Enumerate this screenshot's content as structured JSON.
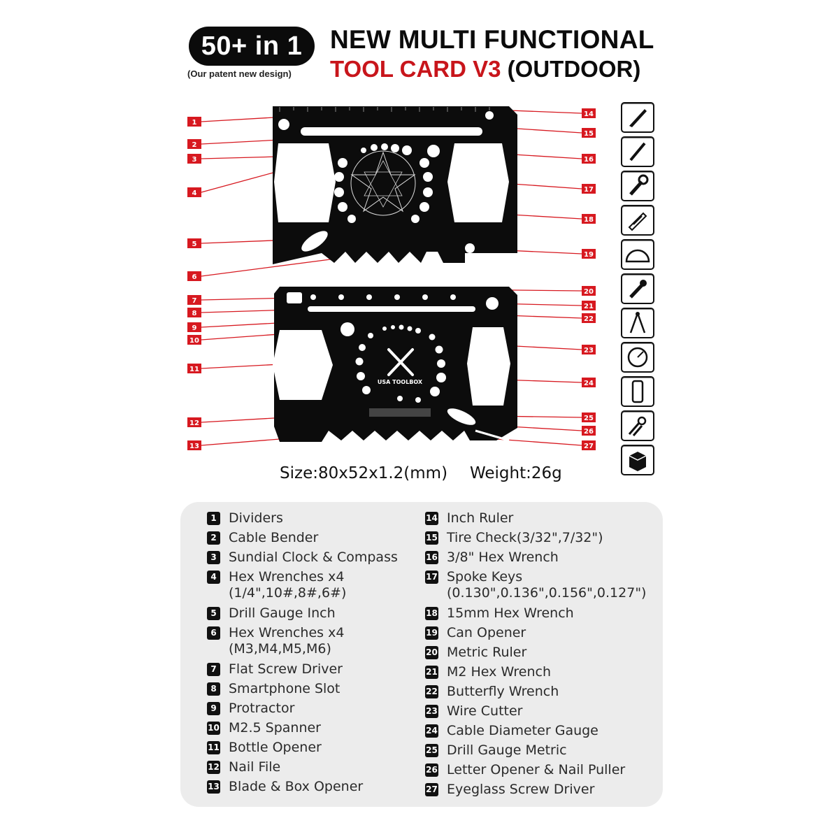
{
  "header": {
    "badge": "50+ in 1",
    "patent_note": "(Our patent new design)",
    "title_line1": "NEW MULTI FUNCTIONAL",
    "title_line2_red": "TOOL CARD V3",
    "title_line2_black": "(OUTDOOR)"
  },
  "card_top": {
    "labels_left": [
      "1",
      "2",
      "3",
      "4",
      "5",
      "6"
    ],
    "labels_right": [
      "14",
      "15",
      "16",
      "17",
      "18",
      "19"
    ]
  },
  "card_bottom": {
    "brand": "USA TOOLBOX",
    "labels_left": [
      "7",
      "8",
      "9",
      "10",
      "11",
      "12",
      "13"
    ],
    "labels_right": [
      "20",
      "21",
      "22",
      "23",
      "24",
      "25",
      "26",
      "27"
    ]
  },
  "side_icons": [
    "knife-icon",
    "screwdriver-icon",
    "wrench-icon",
    "saw-icon",
    "protractor-icon",
    "bottle-opener-icon",
    "dividers-icon",
    "compass-icon",
    "phone-icon",
    "pliers-icon",
    "box-icon"
  ],
  "specs": {
    "size": "Size:80x52x1.2(mm)",
    "weight": "Weight:26g"
  },
  "features_left": [
    {
      "num": "1",
      "label": "Dividers"
    },
    {
      "num": "2",
      "label": "Cable Bender"
    },
    {
      "num": "3",
      "label": "Sundial Clock & Compass"
    },
    {
      "num": "4",
      "label": "Hex Wrenches x4",
      "sub": "(1/4\",10#,8#,6#)"
    },
    {
      "num": "5",
      "label": "Drill Gauge Inch"
    },
    {
      "num": "6",
      "label": "Hex Wrenches x4",
      "sub": "(M3,M4,M5,M6)"
    },
    {
      "num": "7",
      "label": "Flat Screw Driver"
    },
    {
      "num": "8",
      "label": "Smartphone Slot"
    },
    {
      "num": "9",
      "label": "Protractor"
    },
    {
      "num": "10",
      "label": "M2.5 Spanner"
    },
    {
      "num": "11",
      "label": "Bottle Opener"
    },
    {
      "num": "12",
      "label": "Nail File"
    },
    {
      "num": "13",
      "label": "Blade & Box Opener"
    }
  ],
  "features_right": [
    {
      "num": "14",
      "label": "Inch Ruler"
    },
    {
      "num": "15",
      "label": "Tire Check(3/32\",7/32\")"
    },
    {
      "num": "16",
      "label": "3/8\" Hex Wrench"
    },
    {
      "num": "17",
      "label": "Spoke Keys",
      "sub": "(0.130\",0.136\",0.156\",0.127\")"
    },
    {
      "num": "18",
      "label": "15mm Hex Wrench"
    },
    {
      "num": "19",
      "label": "Can Opener"
    },
    {
      "num": "20",
      "label": "Metric Ruler"
    },
    {
      "num": "21",
      "label": "M2 Hex Wrench"
    },
    {
      "num": "22",
      "label": "Butterfly Wrench"
    },
    {
      "num": "23",
      "label": "Wire Cutter"
    },
    {
      "num": "24",
      "label": "Cable Diameter Gauge"
    },
    {
      "num": "25",
      "label": "Drill Gauge Metric"
    },
    {
      "num": "26",
      "label": "Letter Opener & Nail Puller"
    },
    {
      "num": "27",
      "label": "Eyeglass Screw Driver"
    }
  ],
  "colors": {
    "accent_red": "#c8151b",
    "label_box_red": "#d71920",
    "card_black": "#0c0c0c",
    "panel_bg": "#ececec"
  }
}
